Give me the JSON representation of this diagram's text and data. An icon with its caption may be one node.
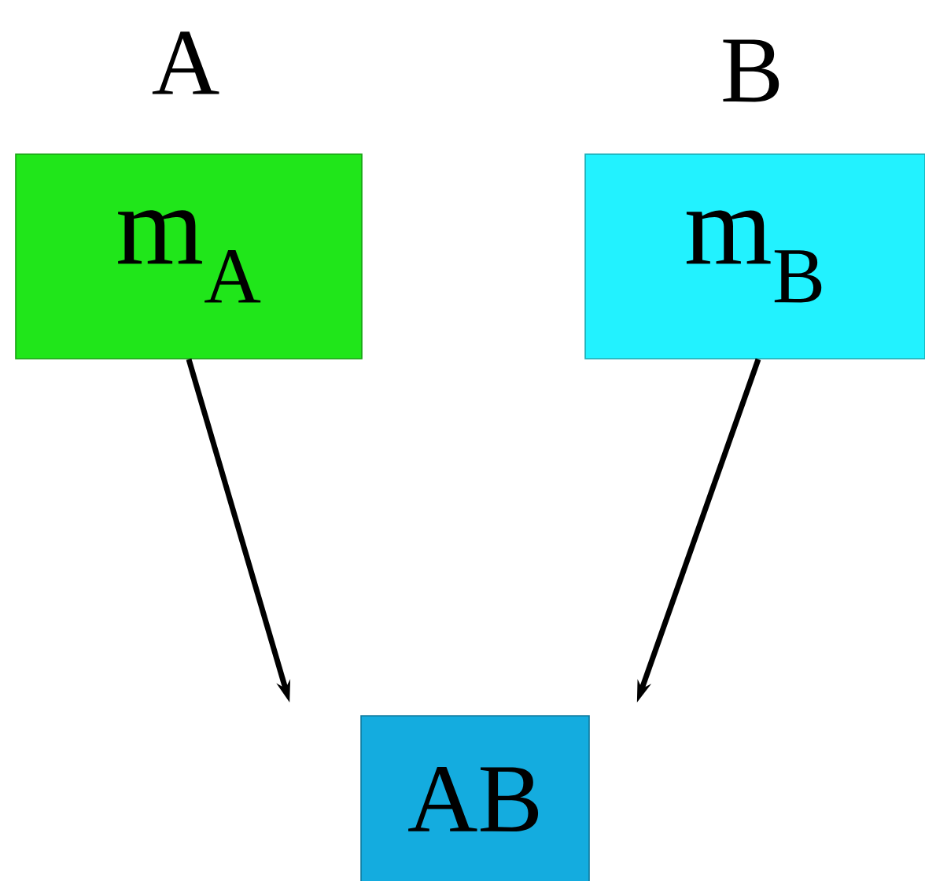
{
  "diagram": {
    "nodes": [
      {
        "text": [
          "A",
          "m$_{A}$"
        ]
      },
      {
        "text": [
          "B",
          "m$_{B}$"
        ]
      },
      {
        "text": [
          "AB"
        ]
      }
    ],
    "edges": [
      {
        "from": 0,
        "to": 2,
        "arrow": "to"
      },
      {
        "from": 1,
        "to": 2,
        "arrow": "to"
      }
    ]
  }
}
